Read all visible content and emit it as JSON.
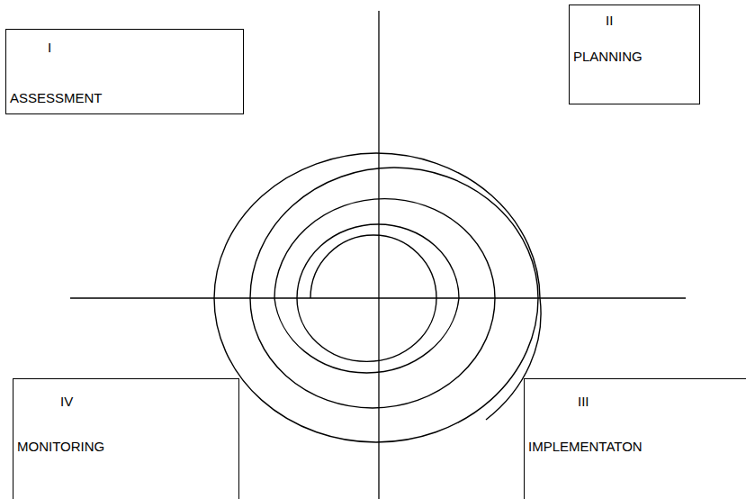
{
  "diagram": {
    "nodes": [
      {
        "text": [
          "I",
          "ASSESSMENT"
        ]
      },
      {
        "text": [
          "II",
          "PLANNING"
        ]
      },
      {
        "text": [
          "IV",
          "MONITORING"
        ]
      },
      {
        "text": [
          "III",
          "IMPLEMENTATON"
        ]
      }
    ]
  }
}
